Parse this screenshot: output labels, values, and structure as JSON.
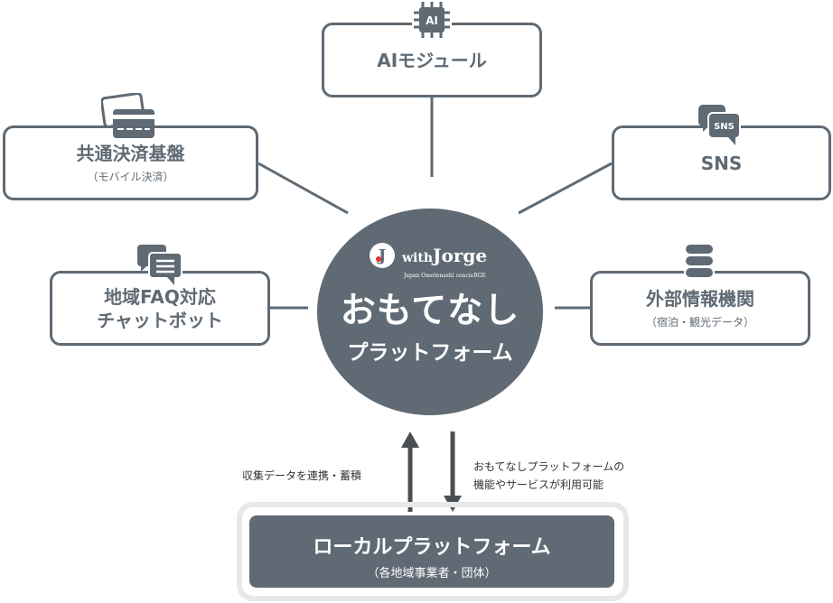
{
  "hub": {
    "brand": {
      "mark": "J",
      "with": "with",
      "name": "Jorge",
      "tagline": "Japan Omotenashi concieRGE"
    },
    "title": "おもてなし",
    "subtitle": "プラットフォーム"
  },
  "nodes": {
    "ai": {
      "title": "AIモジュール",
      "icon_text": "AI",
      "icon": "chip-icon"
    },
    "payment": {
      "title": "共通決済基盤",
      "subtitle": "（モバイル決済）",
      "icon": "credit-card-icon"
    },
    "sns": {
      "title": "SNS",
      "icon_text": "SNS",
      "icon": "speech-bubble-icon"
    },
    "faq": {
      "title_line1": "地域FAQ対応",
      "title_line2": "チャットボット",
      "icon": "chat-icon"
    },
    "external": {
      "title": "外部情報機関",
      "subtitle": "（宿泊・観光データ）",
      "icon": "database-icon"
    }
  },
  "arrows": {
    "up_label": "収集データを連携・蓄積",
    "down_label_line1": "おもてなしプラットフォームの",
    "down_label_line2": "機能やサービスが利用可能"
  },
  "local": {
    "title": "ローカルプラットフォーム",
    "subtitle": "（各地域事業者・団体）"
  },
  "colors": {
    "primary": "#5f6a74",
    "frame": "#e6e8ea",
    "accent": "#e6332a"
  }
}
